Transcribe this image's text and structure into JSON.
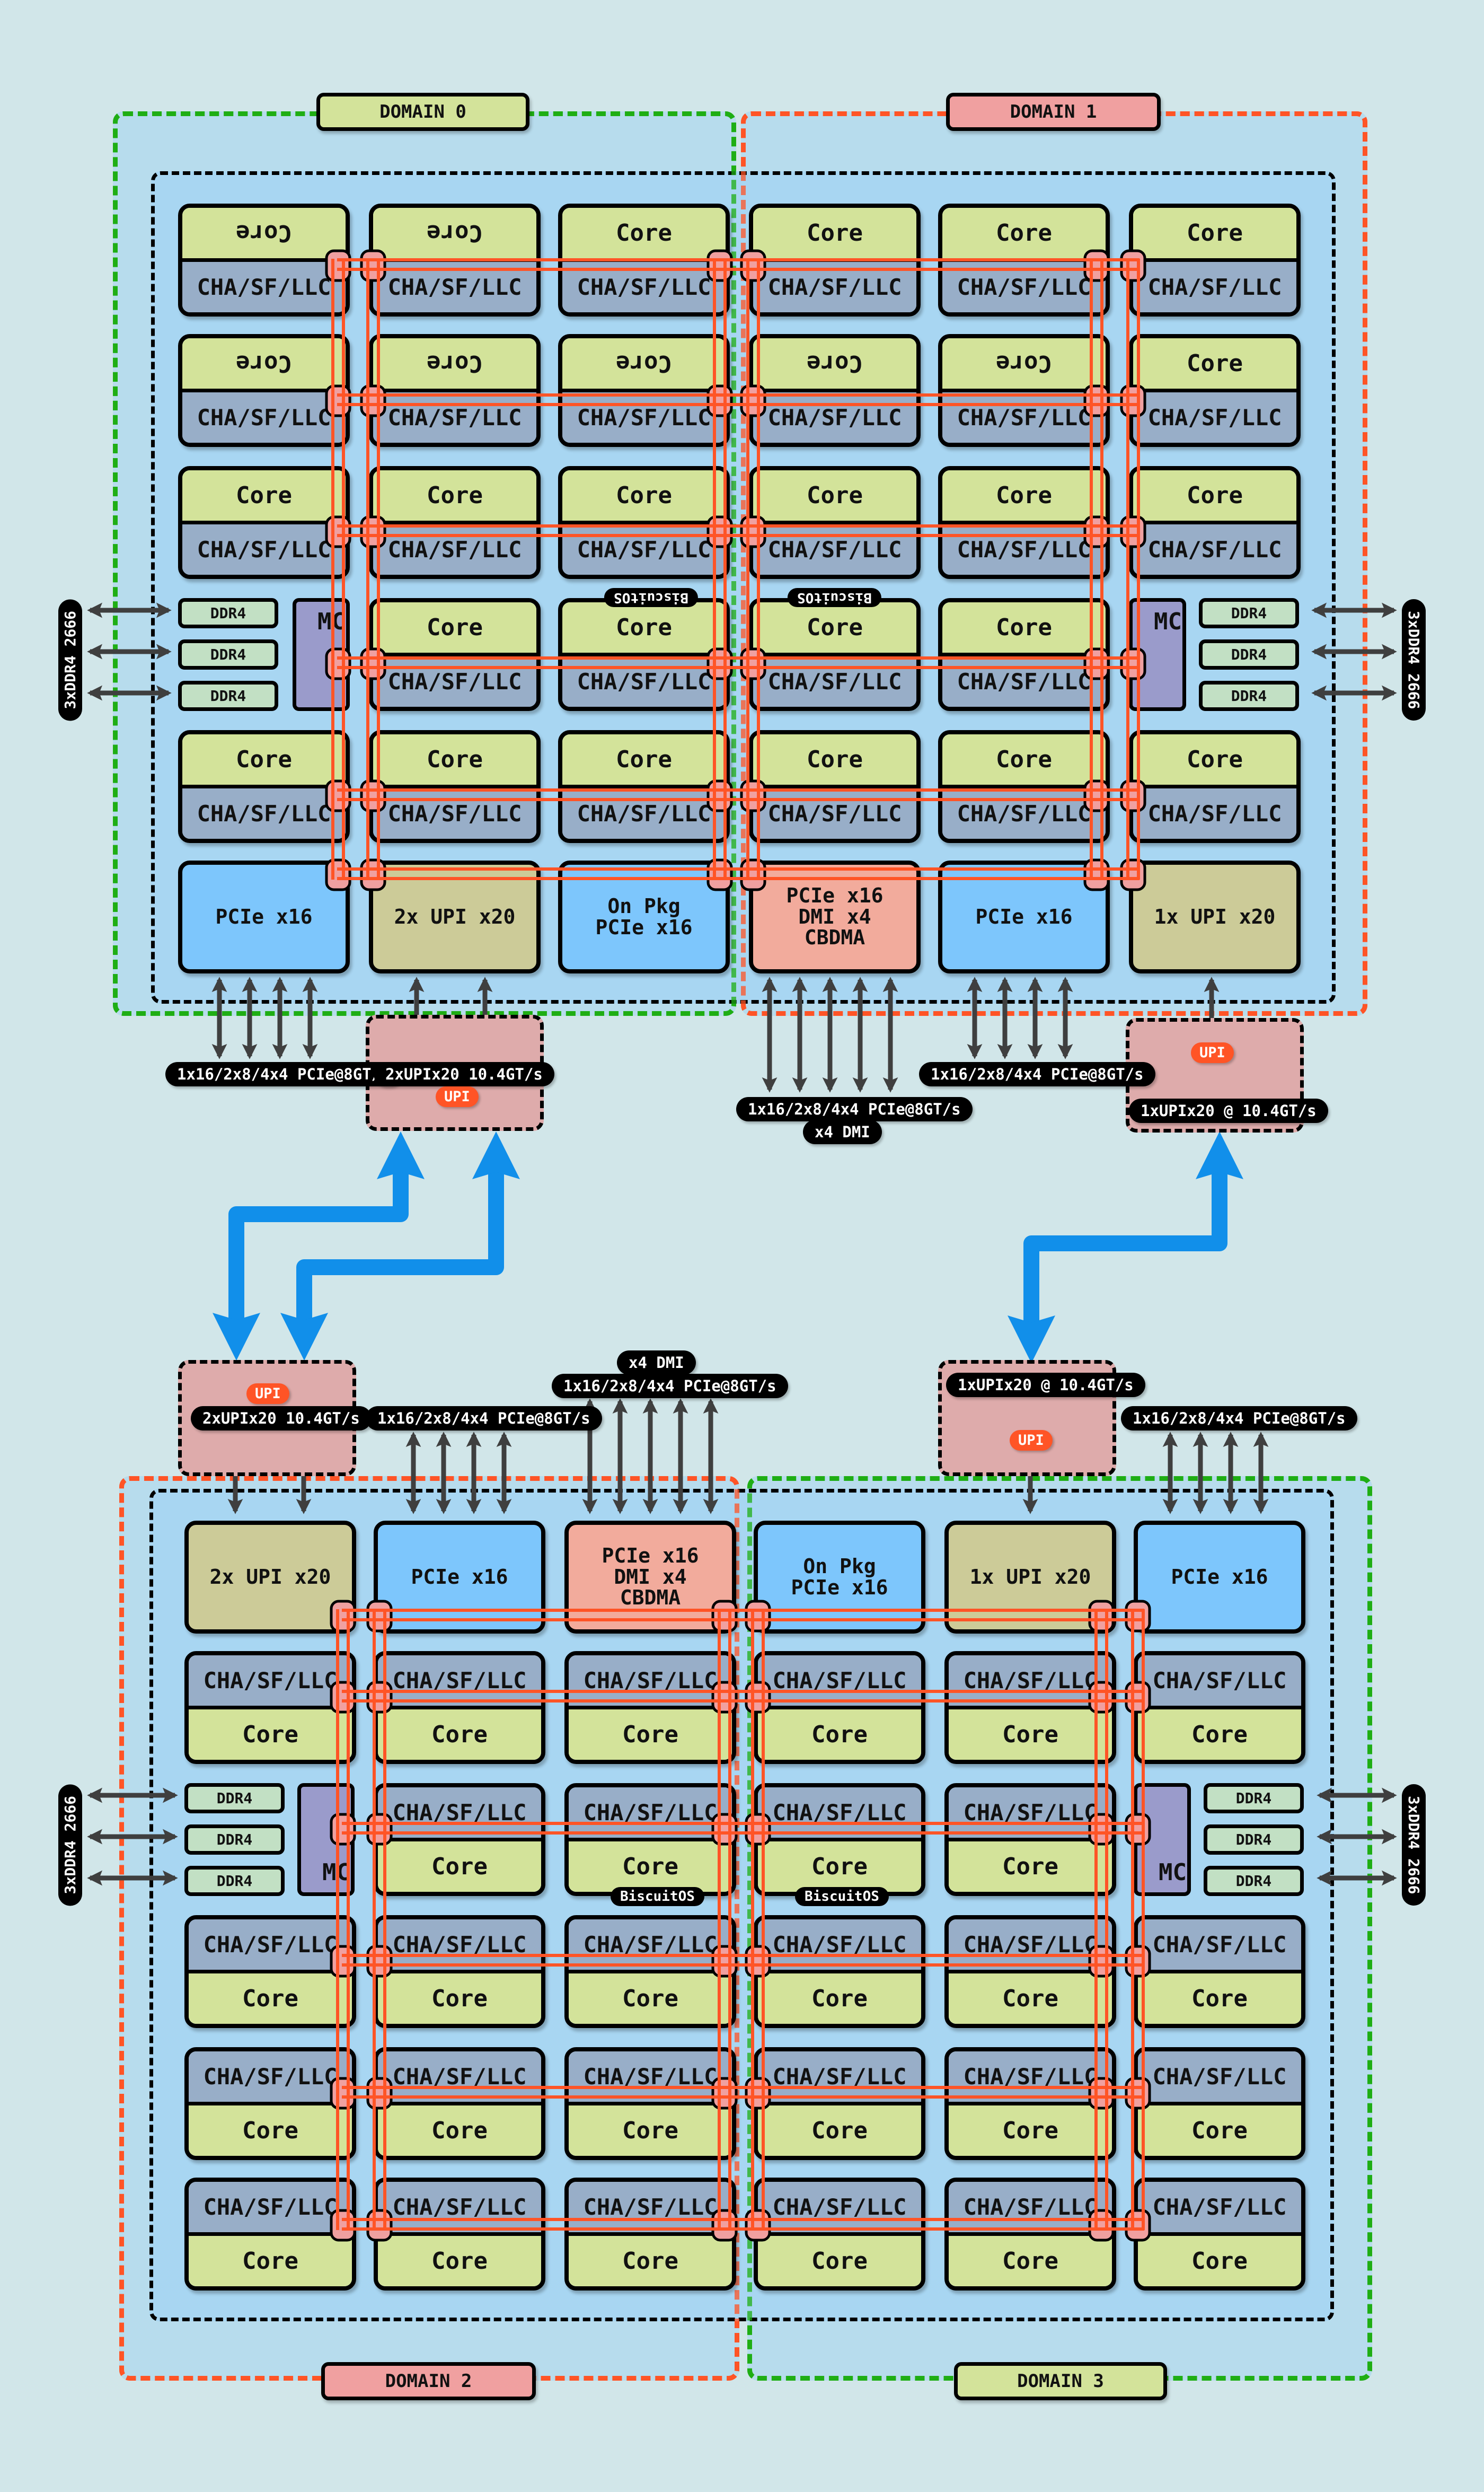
{
  "diagram": {
    "title": "4-Domain (SNC) Mesh Topology",
    "colors": {
      "background": "#d1e6e9",
      "domain_fill": "#b7dced",
      "die_fill": "#a8d6f2",
      "core": "#d3e39a",
      "cha": "#98aec8",
      "pcie": "#7dc6fc",
      "upi": "#cccb98",
      "dmi": "#f2ab9c",
      "ddr4": "#c2e0c4",
      "mc": "#9a9bcb",
      "mesh": "#ff5426",
      "mesh_stop": "#f0a0a0",
      "upi_link": "#118fea",
      "arrow": "#3f3f3f",
      "domain_green": "#1fae14",
      "domain_red": "#ff5426",
      "upi_box": "#deabab"
    },
    "domains": [
      {
        "id": 0,
        "label": "DOMAIN 0",
        "color": "green"
      },
      {
        "id": 1,
        "label": "DOMAIN 1",
        "color": "red"
      },
      {
        "id": 2,
        "label": "DOMAIN 2",
        "color": "red"
      },
      {
        "id": 3,
        "label": "DOMAIN 3",
        "color": "green"
      }
    ],
    "labels": {
      "core": "Core",
      "cha": "CHA/SF/LLC",
      "mc": "MC",
      "ddr4": "DDR4",
      "ddr_channel": "3xDDR4 2666",
      "biscuit": "BiscuitOS",
      "upi_badge": "UPI",
      "pcie_x16": "PCIe x16",
      "upi_2x": "2x UPI x20",
      "upi_1x": "1x UPI x20",
      "on_pkg": "On Pkg\nPCIe x16",
      "dmi_block": "PCIe x16\nDMI x4\nCBDMA",
      "pcie_speed": "1x16/2x8/4x4 PCIe@8GT/s",
      "upi_2x_speed": "2xUPIx20 10.4GT/s",
      "upi_1x_speed": "1xUPIx20 @ 10.4GT/s",
      "dmi_speed": "x4 DMI"
    },
    "top_die": {
      "io_row": [
        "pcie_x16",
        "upi_2x",
        "on_pkg",
        "dmi_block",
        "pcie_x16",
        "upi_1x"
      ],
      "flipped_core_text": [
        [
          true,
          true,
          false,
          false,
          false,
          false
        ],
        [
          true,
          true,
          true,
          true,
          true,
          false
        ]
      ]
    },
    "bottom_die": {
      "io_row": [
        "upi_2x",
        "pcie_x16",
        "dmi_block",
        "on_pkg",
        "upi_1x",
        "pcie_x16"
      ]
    }
  }
}
